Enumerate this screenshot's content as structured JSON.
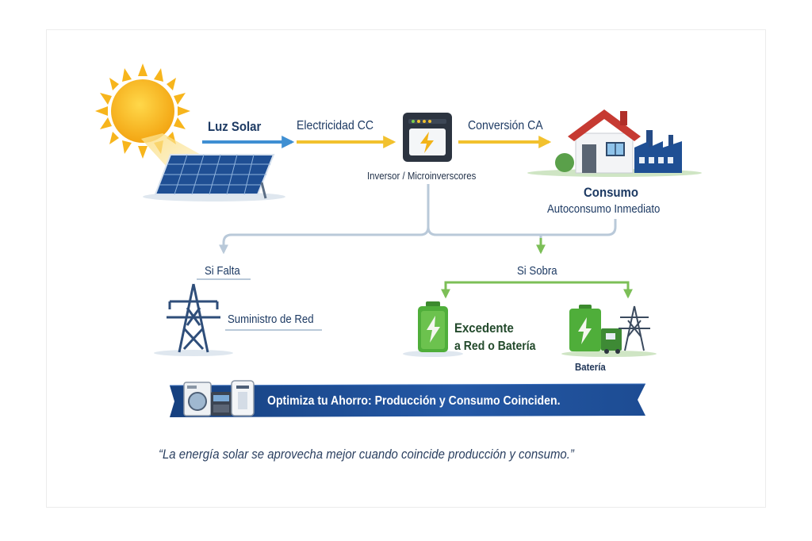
{
  "labels": {
    "sunlight": "Luz Solar",
    "dc": "Electricidad CC",
    "ac": "Conversión CA",
    "inverter": "Inversor / Microinverscores",
    "consumption": "Consumo",
    "self_consumption": "Autoconsumo Inmediato",
    "shortfall": "Si Falta",
    "surplus": "Si Sobra",
    "grid_supply": "Suministro de Red",
    "excess_line1": "Excedente",
    "excess_line2": "a Red o Batería",
    "battery": "Batería"
  },
  "banner": {
    "text": "Optimiza tu Ahorro: Producción y Consumo Coinciden."
  },
  "quote": {
    "text": "“La energía solar se aprovecha mejor cuando coincide producción y consumo.”"
  },
  "colors": {
    "blue_arrow": "#3f8fd2",
    "yellow_arrow": "#f2c12e",
    "gray_line": "#b9c9d9",
    "green_line": "#7cbf57",
    "banner": "#1f4e96",
    "sun": "#f7b51c",
    "panel": "#1f4f94",
    "roof": "#c63a32",
    "battery_green": "#4fae3a"
  },
  "icons": [
    "sun-icon",
    "solar-panel-icon",
    "inverter-icon",
    "house-icon",
    "factory-icon",
    "power-tower-icon",
    "battery-icon",
    "appliances-icon"
  ]
}
